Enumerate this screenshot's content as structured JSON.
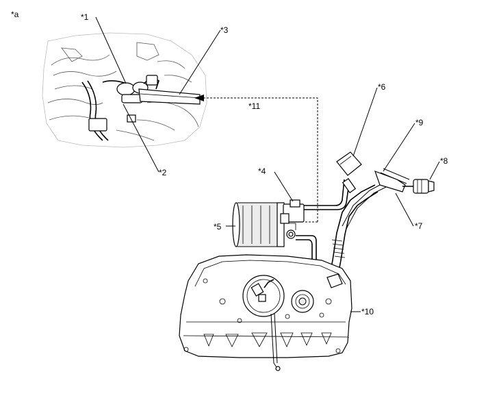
{
  "figure_label": "*a",
  "callouts": [
    {
      "id": "c1",
      "text": "*1"
    },
    {
      "id": "c2",
      "text": "*2"
    },
    {
      "id": "c3",
      "text": "*3"
    },
    {
      "id": "c4",
      "text": "*4"
    },
    {
      "id": "c5",
      "text": "*5"
    },
    {
      "id": "c6",
      "text": "*6"
    },
    {
      "id": "c7",
      "text": "*7"
    },
    {
      "id": "c8",
      "text": "*8"
    },
    {
      "id": "c9",
      "text": "*9"
    },
    {
      "id": "c10",
      "text": "*10"
    },
    {
      "id": "c11",
      "text": "*11"
    }
  ]
}
